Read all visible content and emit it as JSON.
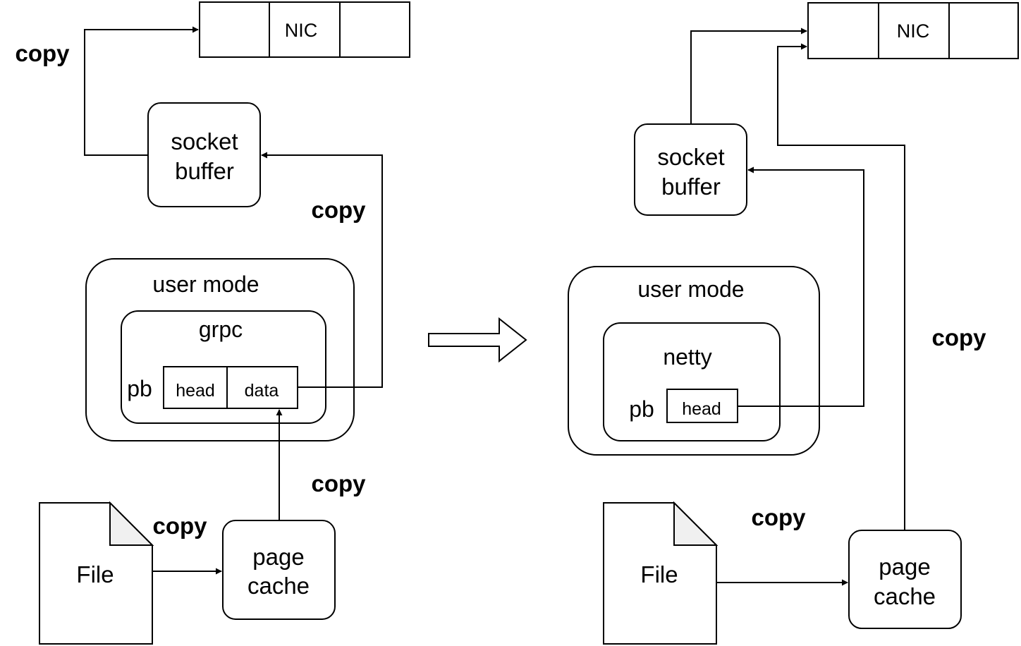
{
  "left": {
    "nic": "NIC",
    "socket_buffer": [
      "socket",
      "buffer"
    ],
    "user_mode": "user mode",
    "framework": "grpc",
    "pb": "pb",
    "head": "head",
    "data": "data",
    "file": "File",
    "page_cache": [
      "page",
      "cache"
    ],
    "copy_labels": [
      "copy",
      "copy",
      "copy",
      "copy"
    ]
  },
  "right": {
    "nic": "NIC",
    "socket_buffer": [
      "socket",
      "buffer"
    ],
    "user_mode": "user mode",
    "framework": "netty",
    "pb": "pb",
    "head": "head",
    "file": "File",
    "page_cache": [
      "page",
      "cache"
    ],
    "copy_labels": [
      "copy",
      "copy"
    ]
  },
  "transition_icon": "hollow-right-arrow"
}
